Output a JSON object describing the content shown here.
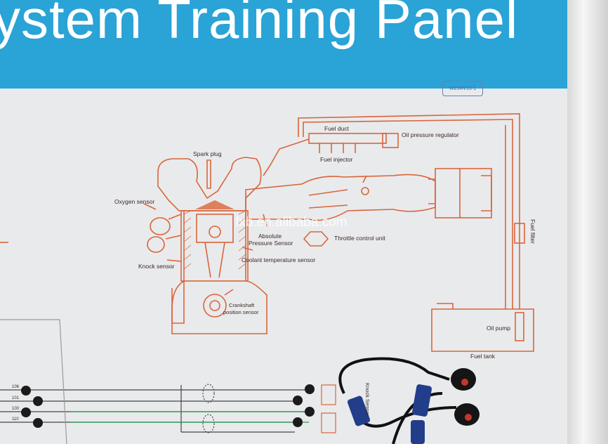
{
  "header": {
    "title": "ystem Training Panel"
  },
  "stamp": {
    "text": "W21RV13-1"
  },
  "watermark": {
    "text": "fxb.en.alibaba.com"
  },
  "labels": {
    "fuel_duct": "Fuel duct",
    "oil_pressure_regulator": "Oil pressure regulator",
    "spark_plug": "Spark plug",
    "fuel_injector": "Fuel injector",
    "oxygen_sensor": "Oxygen sensor",
    "absolute_pressure_sensor_1": "Absolute",
    "absolute_pressure_sensor_2": "Pressure Sensor",
    "throttle_control_unit": "Throttle control unit",
    "knock_sensor": "Knock sensor",
    "coolant_temperature_sensor": "Coolant temperature sensor",
    "crankshaft_position_sensor_1": "Crankshaft",
    "crankshaft_position_sensor_2": "position sensor",
    "fuel_filter": "Fuel filter",
    "oil_pump": "Oil pump",
    "fuel_tank": "Fuel tank",
    "knock_sensor_vertical": "Knock Sensor"
  },
  "wire_labels": [
    "106",
    "101",
    "100",
    "110"
  ],
  "colors": {
    "header": "#2aa3d6",
    "diagram_line": "#d9653b",
    "board": "#e9eaec"
  }
}
